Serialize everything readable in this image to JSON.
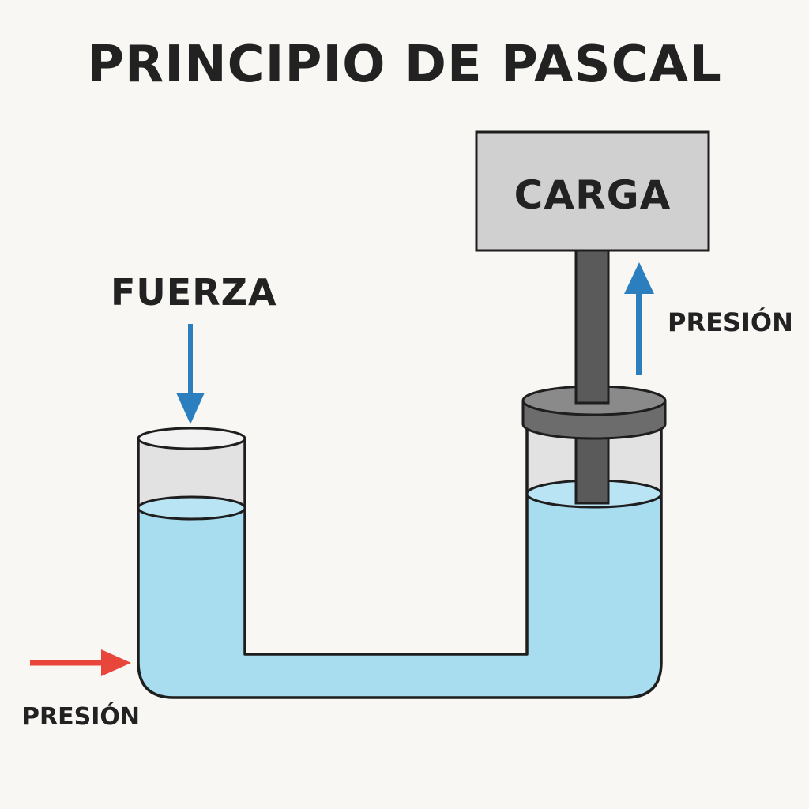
{
  "title": "PRINCIPIO DE PASCAL",
  "labels": {
    "load": "CARGA",
    "force": "FUERZA",
    "pressure_right": "PRESIÓN",
    "pressure_left": "PRESIÓN"
  },
  "colors": {
    "background": "#f8f7f3",
    "fluid": "#a8dcef",
    "fluid_surface": "#b9e4f3",
    "outline": "#1e1e1e",
    "glass": "#e2e2e2",
    "load_box": "#d0d0d0",
    "piston": "#6c6c6c",
    "rod": "#5a5a5a",
    "arrow_blue": "#2c7fbf",
    "arrow_red": "#e8463a",
    "text": "#222222"
  },
  "icons": {
    "force_arrow": "arrow-down-icon",
    "pressure_up_arrow": "arrow-up-icon",
    "pressure_in_arrow": "arrow-right-icon"
  }
}
